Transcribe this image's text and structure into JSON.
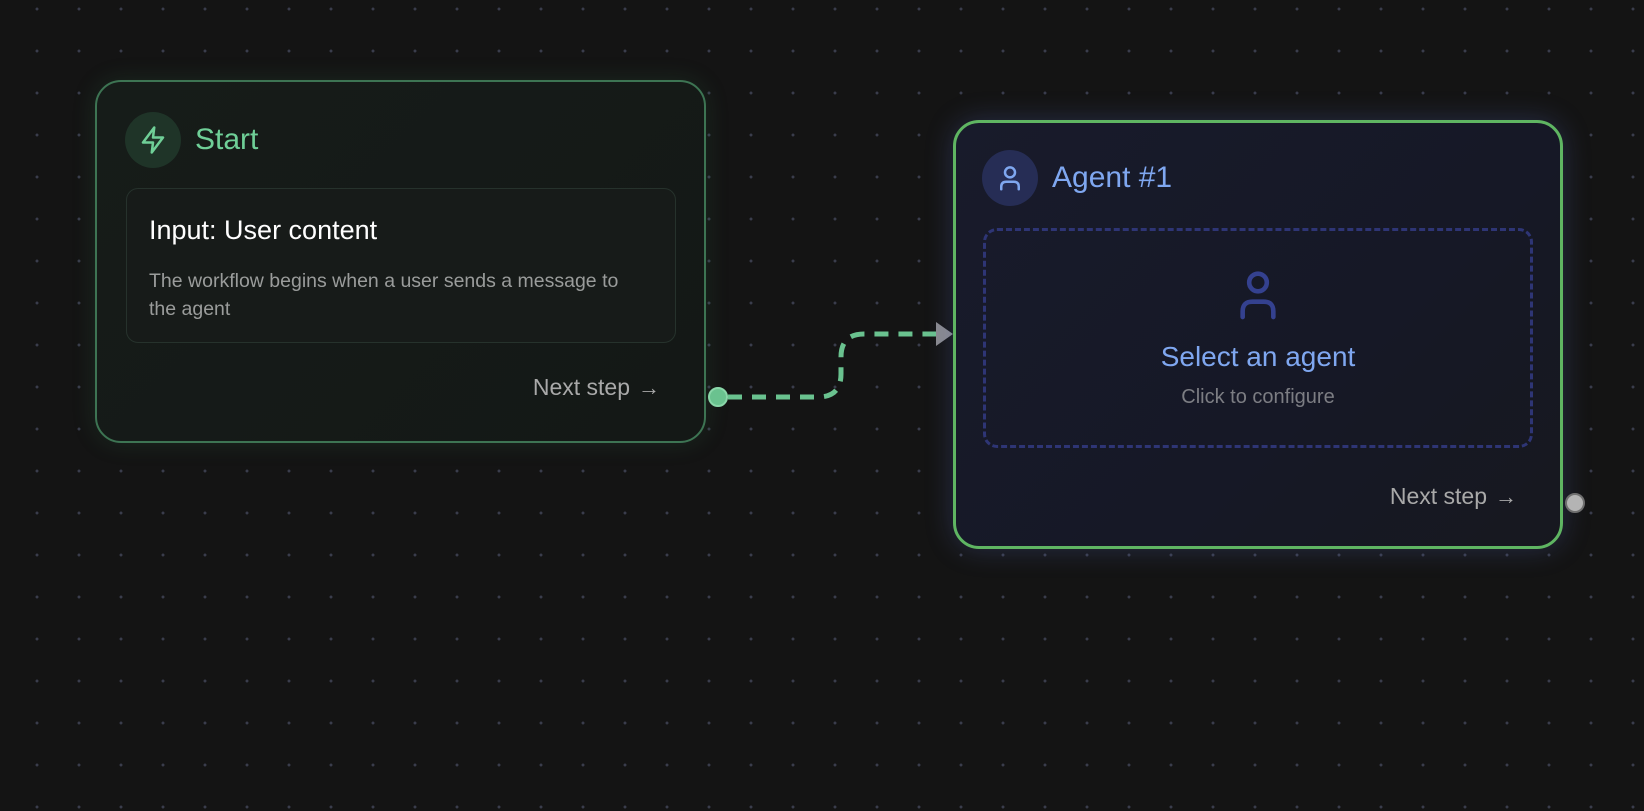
{
  "canvas": {
    "background": "#141414",
    "grid": "dots"
  },
  "nodes": {
    "start": {
      "title": "Start",
      "icon": "lightning-bolt-icon",
      "accent_color": "#6fcf97",
      "input_card": {
        "title": "Input: User content",
        "description": "The workflow begins when a user sends a message to the agent"
      },
      "next_step_label": "Next step",
      "next_step_arrow": "→"
    },
    "agent": {
      "title": "Agent #1",
      "icon": "user-icon",
      "accent_color": "#7fa7f0",
      "border_color": "#5fb562",
      "select": {
        "icon": "user-icon",
        "title": "Select an agent",
        "subtitle": "Click to configure"
      },
      "next_step_label": "Next step",
      "next_step_arrow": "→"
    }
  },
  "edges": [
    {
      "from": "start",
      "to": "agent",
      "style": "dashed",
      "color": "#6ac28f",
      "arrow_color": "#8a8a8f"
    }
  ]
}
